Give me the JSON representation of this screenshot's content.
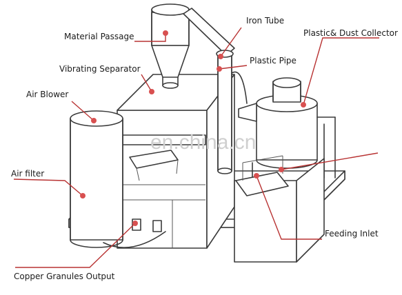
{
  "labels": {
    "iron_tube": "Iron Tube",
    "material_passage": "Material Passage",
    "plastic_dust_collector": "Plastic& Dust Collector",
    "plastic_pipe": "Plastic Pipe",
    "vibrating_separator": "Vibrating Separator",
    "air_blower": "Air Blower",
    "air_filter": "Air filter",
    "feeding_inlet": "Feeding Inlet",
    "copper_granules_output": "Copper Granules Output"
  },
  "watermark": "en.china.cn",
  "colors": {
    "leader": "#b83232",
    "marker": "#d85050",
    "line": "#3a3a3a"
  }
}
